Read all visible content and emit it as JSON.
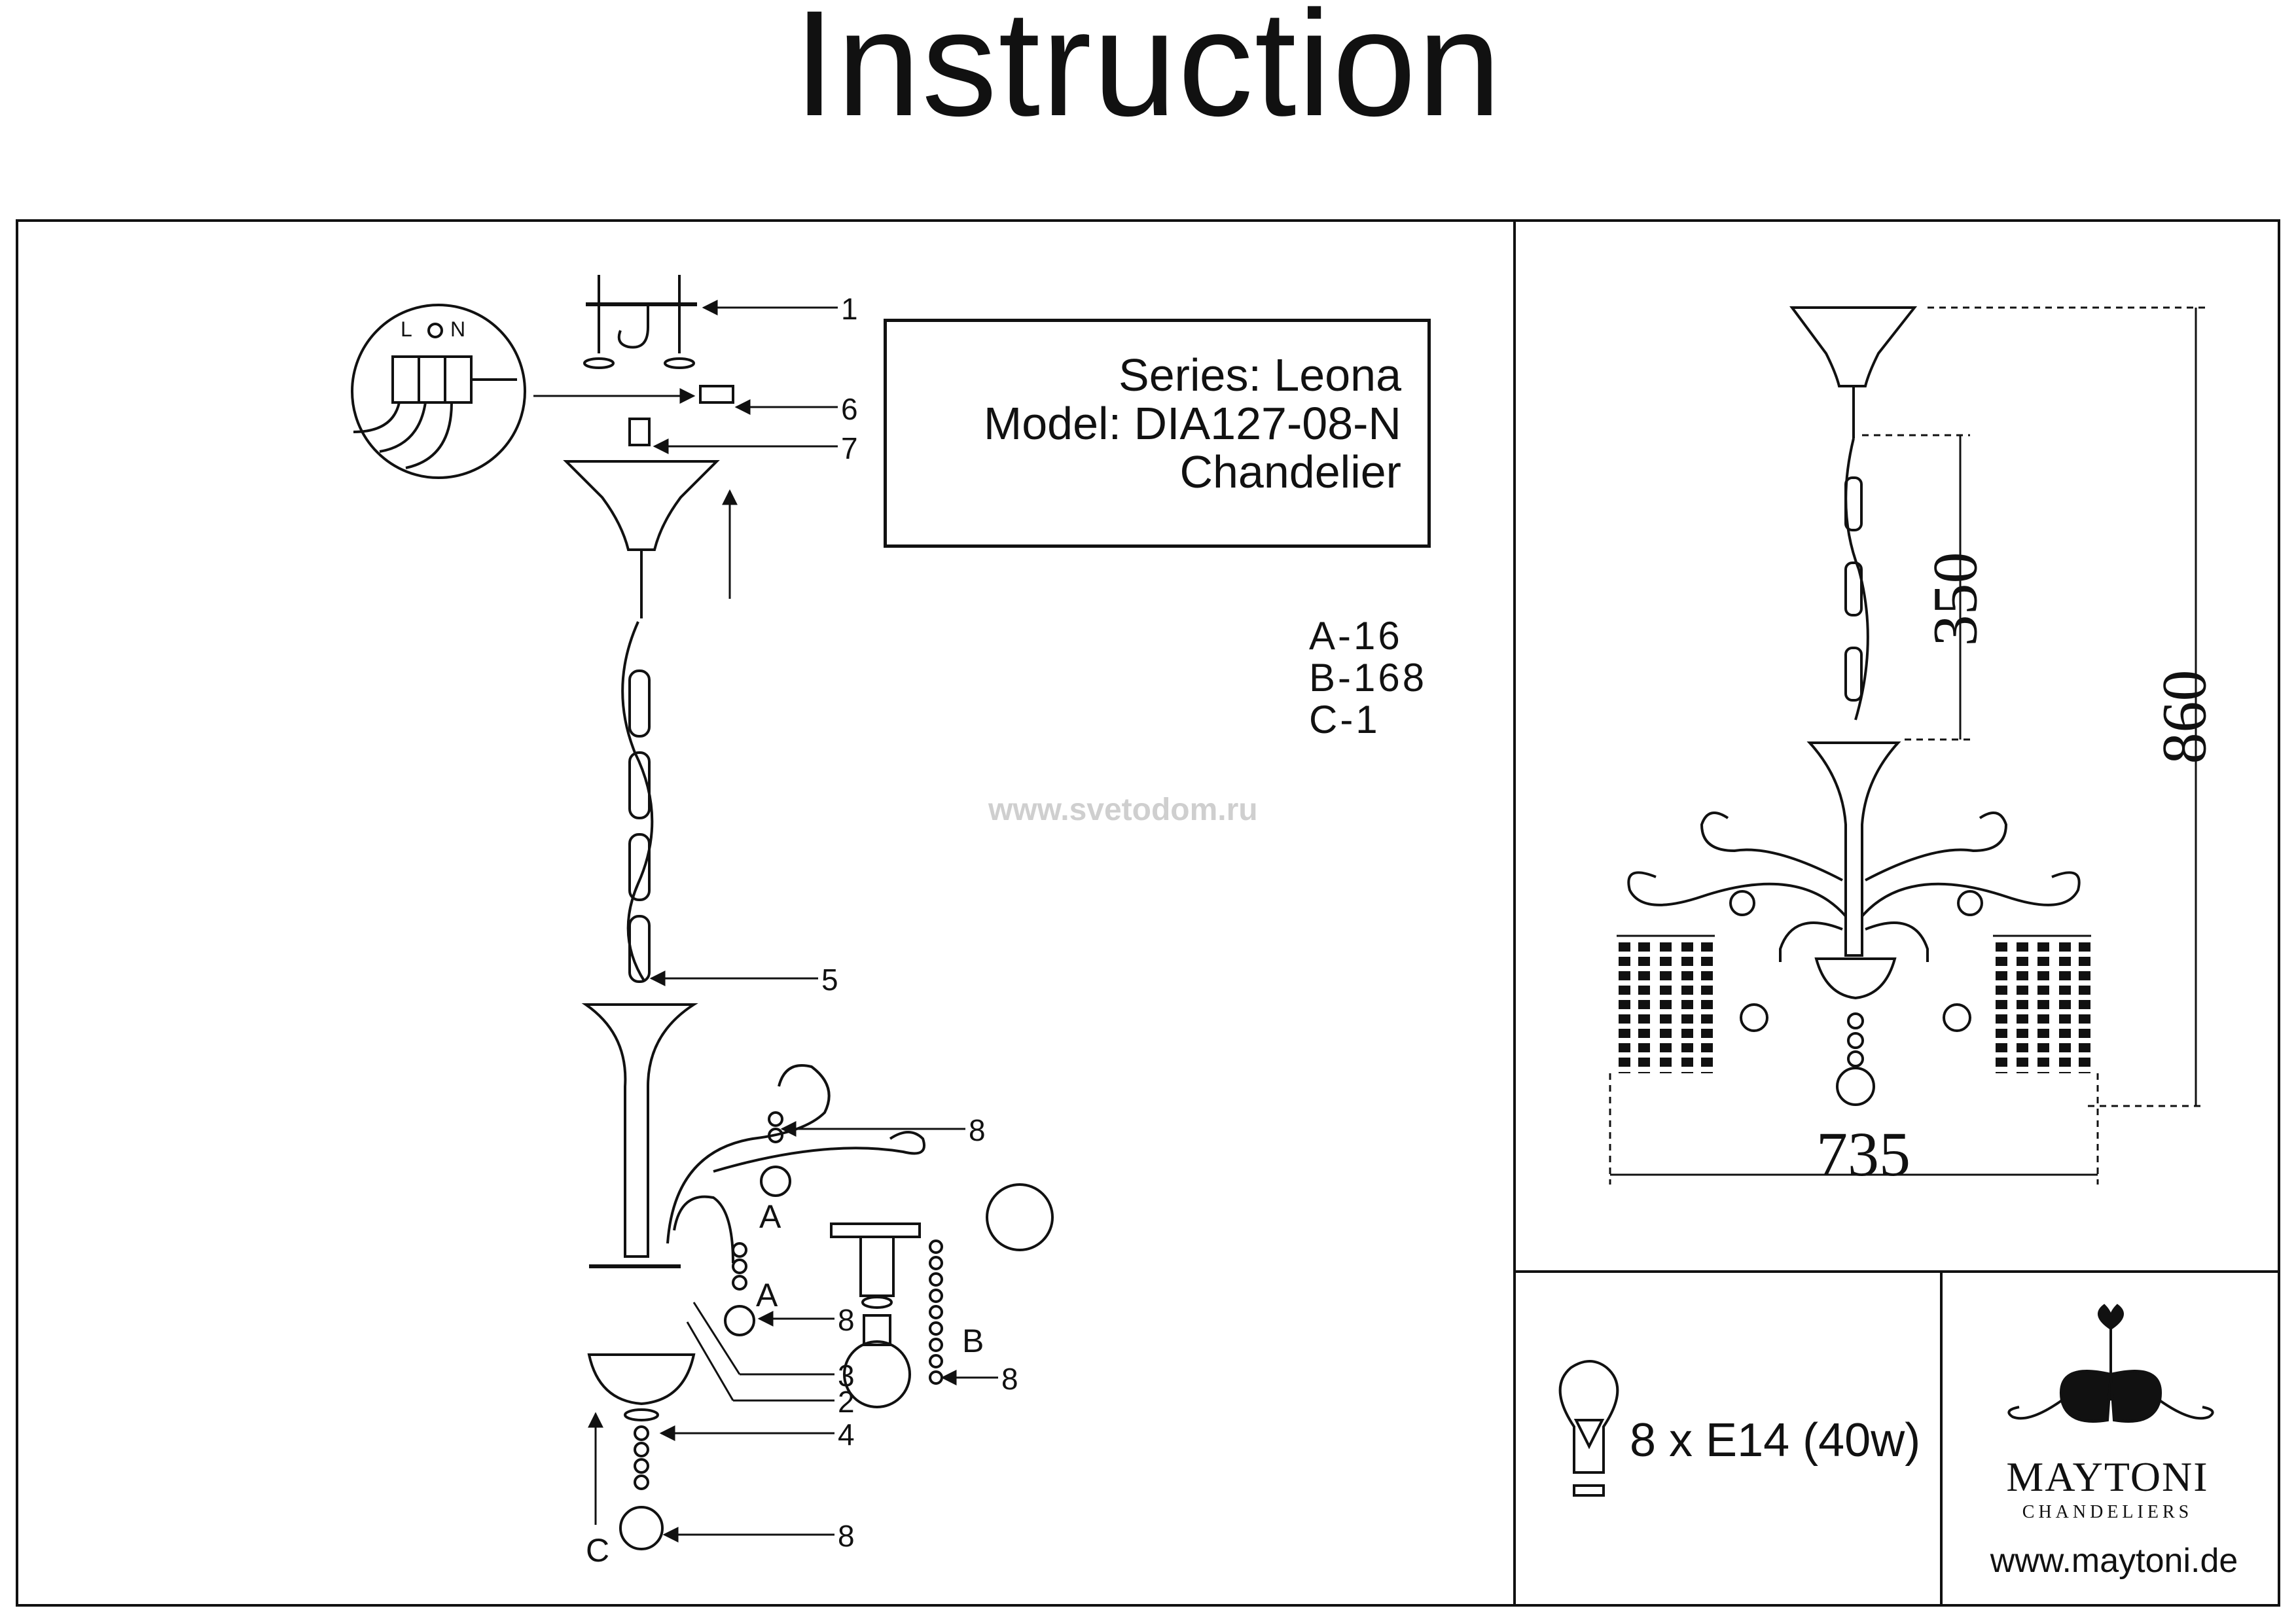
{
  "title": "Instruction",
  "info": {
    "series": "Series: Leona",
    "model": "Model: DIA127-08-N",
    "type": "Chandelier"
  },
  "parts": [
    "A-16",
    "B-168",
    "C-1"
  ],
  "watermark": "www.svetodom.ru",
  "callouts": {
    "n1": "1",
    "n6": "6",
    "n7": "7",
    "n5": "5",
    "n8a": "8",
    "n8b": "8",
    "n3": "3",
    "n2": "2",
    "n8c": "8",
    "n4": "4",
    "n8d": "8",
    "lbl_a1": "A",
    "lbl_a2": "A",
    "lbl_b": "B",
    "lbl_c": "C",
    "wire_l": "L",
    "wire_n": "N"
  },
  "dimensions": {
    "width": "735",
    "chain": "350",
    "height": "860"
  },
  "bulb": {
    "spec": "8 x E14 (40w)"
  },
  "brand": {
    "name": "MAYTONI",
    "sub": "CHANDELIERS",
    "site": "www.maytoni.de"
  }
}
